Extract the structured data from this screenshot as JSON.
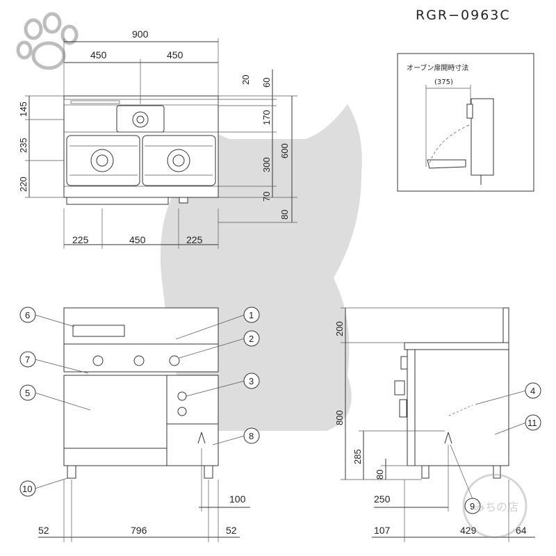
{
  "model": "RGR−0963C",
  "oven_door_label": "オーブン扉開時寸法",
  "top_view": {
    "width_total": "900",
    "width_half_left": "450",
    "width_half_right": "450",
    "bottom_left": "225",
    "bottom_mid": "450",
    "bottom_right": "225",
    "left_145": "145",
    "left_235": "235",
    "left_220": "220",
    "right_20": "20",
    "right_60": "60",
    "right_170": "170",
    "right_300": "300",
    "right_70": "70",
    "right_600": "600",
    "right_80": "80"
  },
  "door_inset": {
    "opening": "(375)"
  },
  "front_view": {
    "left_52": "52",
    "mid_796": "796",
    "right_52": "52",
    "dim_100": "100",
    "callouts": [
      "1",
      "2",
      "3",
      "5",
      "6",
      "7",
      "8",
      "10"
    ]
  },
  "side_view": {
    "h_200": "200",
    "h_800": "800",
    "h_285": "285",
    "h_80": "80",
    "d_250": "250",
    "d_107": "107",
    "d_429": "429",
    "d_64": "64",
    "callouts": [
      "4",
      "9",
      "11"
    ]
  },
  "watermark_text": "みちの店"
}
